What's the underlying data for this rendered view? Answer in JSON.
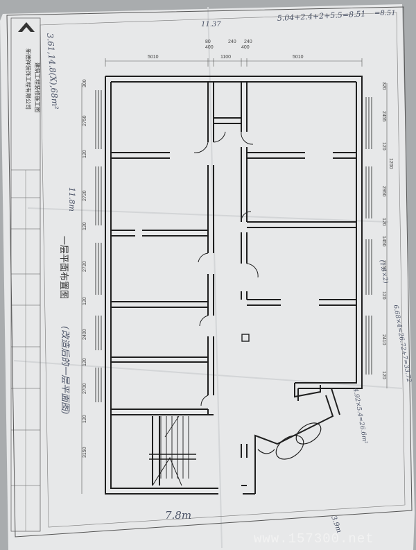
{
  "drawing": {
    "company_name": "新德祥装饰工程有限公司",
    "company_subtitle": "建筑工程装修施工图",
    "title": "一层平面布置图",
    "handwritten_title_note": "(改造后的一层平面图)",
    "watermark": "www.157300.net",
    "overall_width_note": "7.8m",
    "left_height_note": "11.8m",
    "top_left_note": "3.61,14.8(X),68m²",
    "top_calc": "5.04+2.4+2+5.5=8.51",
    "top_note_a": "11.37",
    "top_note_b": "=8.51",
    "right_calc_1": "6.68×4=26.72+7=33.72",
    "right_calc_2": "4.92×5.4=26.6m²",
    "right_note": "(1.8×2)",
    "corner_note": "3.9m"
  },
  "dimensions": {
    "top": [
      "5010",
      "400",
      "1100",
      "400",
      "5010"
    ],
    "top_small": [
      "80",
      "240",
      "240"
    ],
    "left": [
      "300",
      "2750",
      "120",
      "2720",
      "120",
      "2720",
      "120",
      "2400",
      "120",
      "2700",
      "120",
      "3150"
    ],
    "right": [
      "320",
      "2455",
      "120",
      "1200",
      "2950",
      "120",
      "1450",
      "2150",
      "120",
      "2410",
      "120"
    ]
  },
  "colors": {
    "paper": "#e7e8e9",
    "ink": "#1f1f1f",
    "pencil": "#4a5266",
    "background": "#a9acae"
  },
  "icons": [
    "company-logo-icon",
    "stair-icon",
    "door-swing-icon"
  ]
}
